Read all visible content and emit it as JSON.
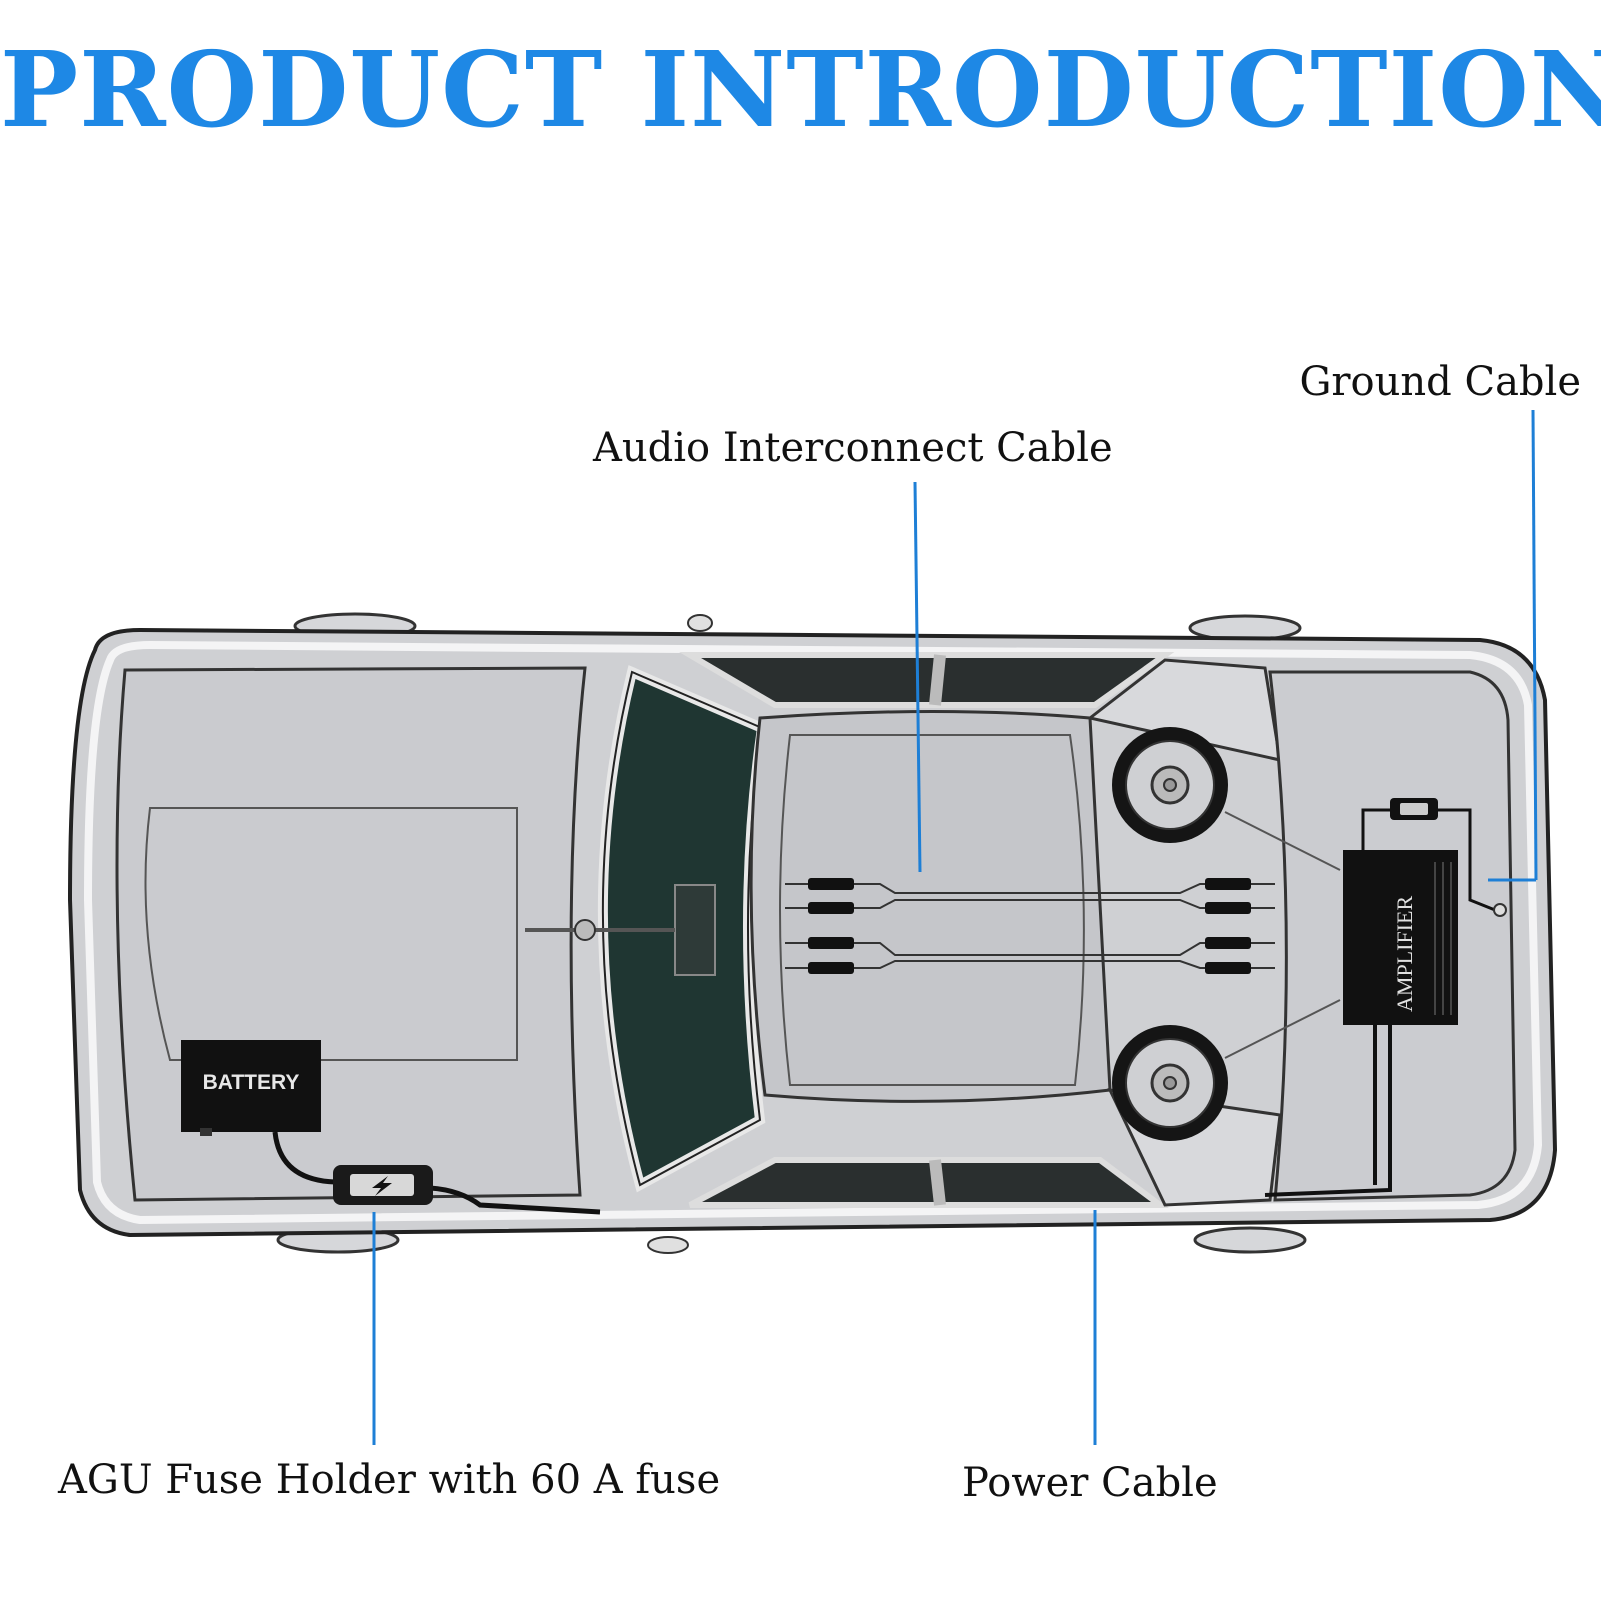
{
  "title": "PRODUCT INTRODUCTION",
  "colors": {
    "accent": "#1e88e5",
    "leader": "#1e7fd6",
    "car_body": "#c9cacd",
    "chrome": "#eeeeef",
    "windshield": "#1f3632",
    "device": "#111111"
  },
  "labels": {
    "ground_cable": "Ground Cable",
    "audio_interconnect_cable": "Audio Interconnect Cable",
    "fuse_holder": "AGU Fuse Holder with 60 A fuse",
    "power_cable": "Power Cable"
  },
  "components": {
    "battery": "BATTERY",
    "amplifier": "AMPLIFIER"
  },
  "icons": {
    "fuse": "lightning-bolt-icon"
  }
}
